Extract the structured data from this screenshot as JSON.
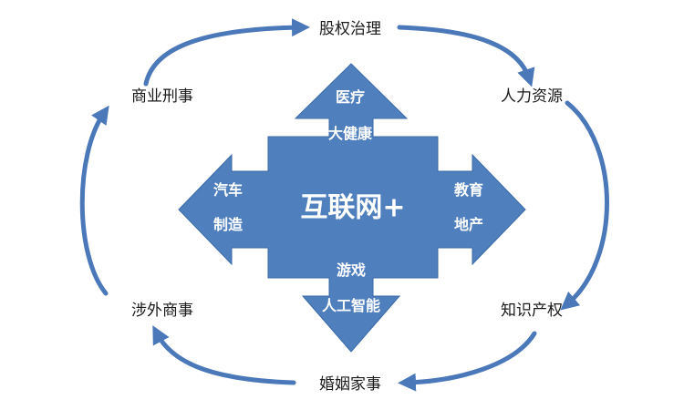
{
  "center": {
    "label": "互联网+",
    "color": "#4f7fbd",
    "stroke": "#3a6aa8"
  },
  "arms": {
    "top": [
      "医疗",
      "大健康"
    ],
    "left": [
      "汽车",
      "制造"
    ],
    "right": [
      "教育",
      "地产"
    ],
    "bottom": [
      "游戏",
      "人工智能"
    ]
  },
  "ring": {
    "color": "#4a78b8",
    "items": {
      "top": "股权治理",
      "upper_right": "人力资源",
      "lower_right": "知识产权",
      "bottom": "婚姻家事",
      "lower_left": "涉外商事",
      "upper_left": "商业刑事"
    }
  }
}
